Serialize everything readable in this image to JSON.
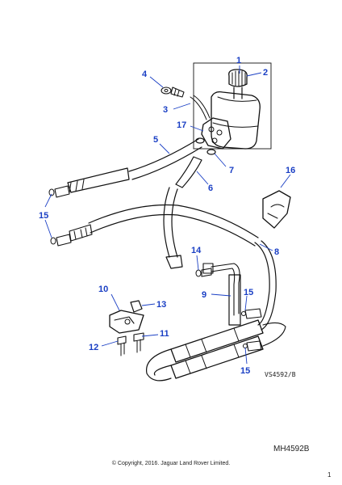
{
  "callouts": {
    "c1": "1",
    "c2": "2",
    "c3": "3",
    "c4": "4",
    "c5": "5",
    "c6": "6",
    "c7": "7",
    "c8": "8",
    "c9": "9",
    "c10": "10",
    "c11": "11",
    "c12": "12",
    "c13": "13",
    "c14": "14",
    "c15a": "15",
    "c15b": "15",
    "c15c": "15",
    "c16": "16",
    "c17": "17"
  },
  "drawing_ref": "VS4592/B",
  "diagram_code": "MH4592B",
  "copyright": "© Copyright, 2016. Jaguar Land Rover Limited.",
  "page_number": "1",
  "colors": {
    "callout": "#1a3fc4",
    "line_art": "#111111",
    "background": "#ffffff"
  }
}
